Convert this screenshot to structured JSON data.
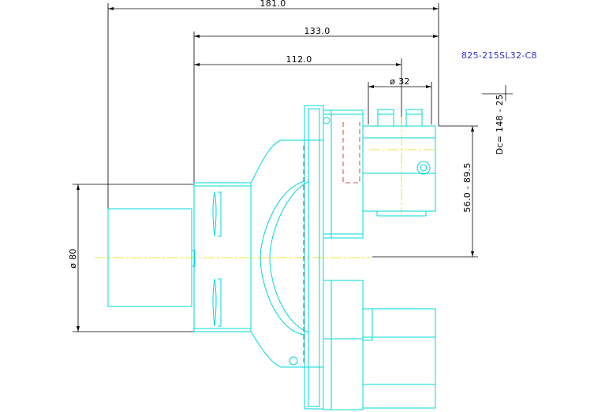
{
  "drawing": {
    "part_code": "825-215SL32-C8",
    "dimensions": {
      "overall_length": "181.0",
      "flange_length": "133.0",
      "gauge_length": "112.0",
      "bore_diameter": "ø 32",
      "shank_diameter": "ø 80",
      "center_height": "56.0 - 89.5",
      "cutting_diameter": "Dc= 148 - 25"
    }
  },
  "colors": {
    "outline": "#00d8d8",
    "dimension": "#000000",
    "centerline": "#e0e000",
    "hidden": "#e01010",
    "code_text": "#3333cc"
  }
}
